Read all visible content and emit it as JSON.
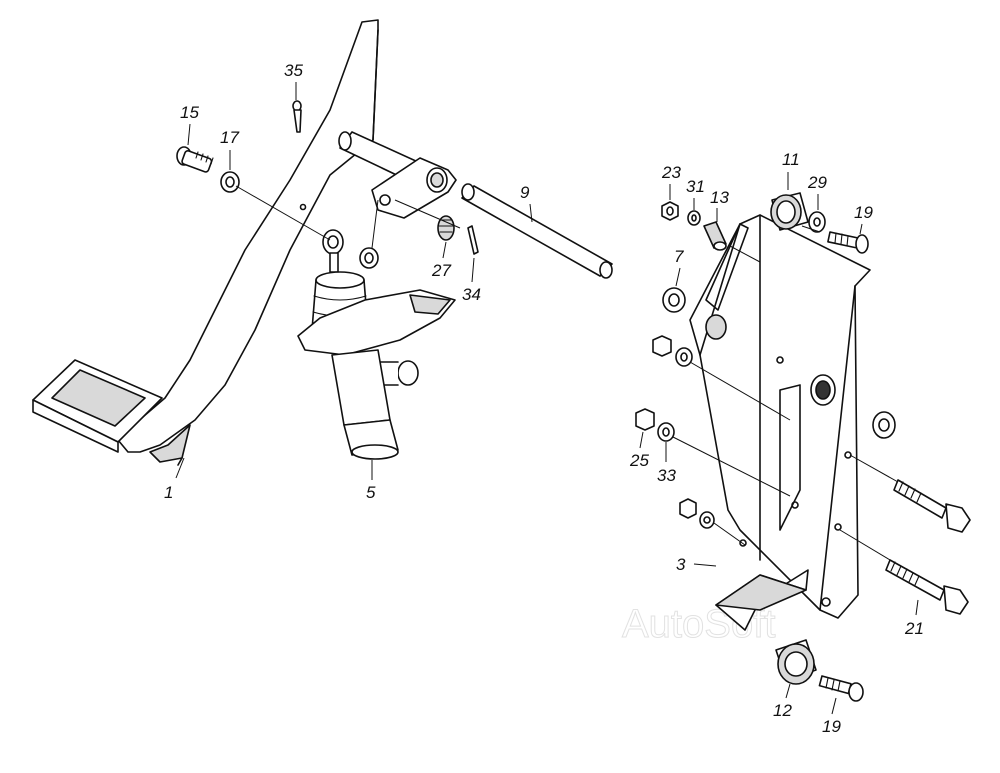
{
  "watermark": "AutoSoft",
  "callouts": [
    {
      "id": "c1",
      "label": "1"
    },
    {
      "id": "c3",
      "label": "3"
    },
    {
      "id": "c5",
      "label": "5"
    },
    {
      "id": "c7",
      "label": "7"
    },
    {
      "id": "c9",
      "label": "9"
    },
    {
      "id": "c11",
      "label": "11"
    },
    {
      "id": "c12",
      "label": "12"
    },
    {
      "id": "c13",
      "label": "13"
    },
    {
      "id": "c15",
      "label": "15"
    },
    {
      "id": "c17",
      "label": "17"
    },
    {
      "id": "c19a",
      "label": "19"
    },
    {
      "id": "c19b",
      "label": "19"
    },
    {
      "id": "c21",
      "label": "21"
    },
    {
      "id": "c23",
      "label": "23"
    },
    {
      "id": "c25",
      "label": "25"
    },
    {
      "id": "c27",
      "label": "27"
    },
    {
      "id": "c29",
      "label": "29"
    },
    {
      "id": "c31",
      "label": "31"
    },
    {
      "id": "c33",
      "label": "33"
    },
    {
      "id": "c34",
      "label": "34"
    },
    {
      "id": "c35",
      "label": "35"
    }
  ]
}
